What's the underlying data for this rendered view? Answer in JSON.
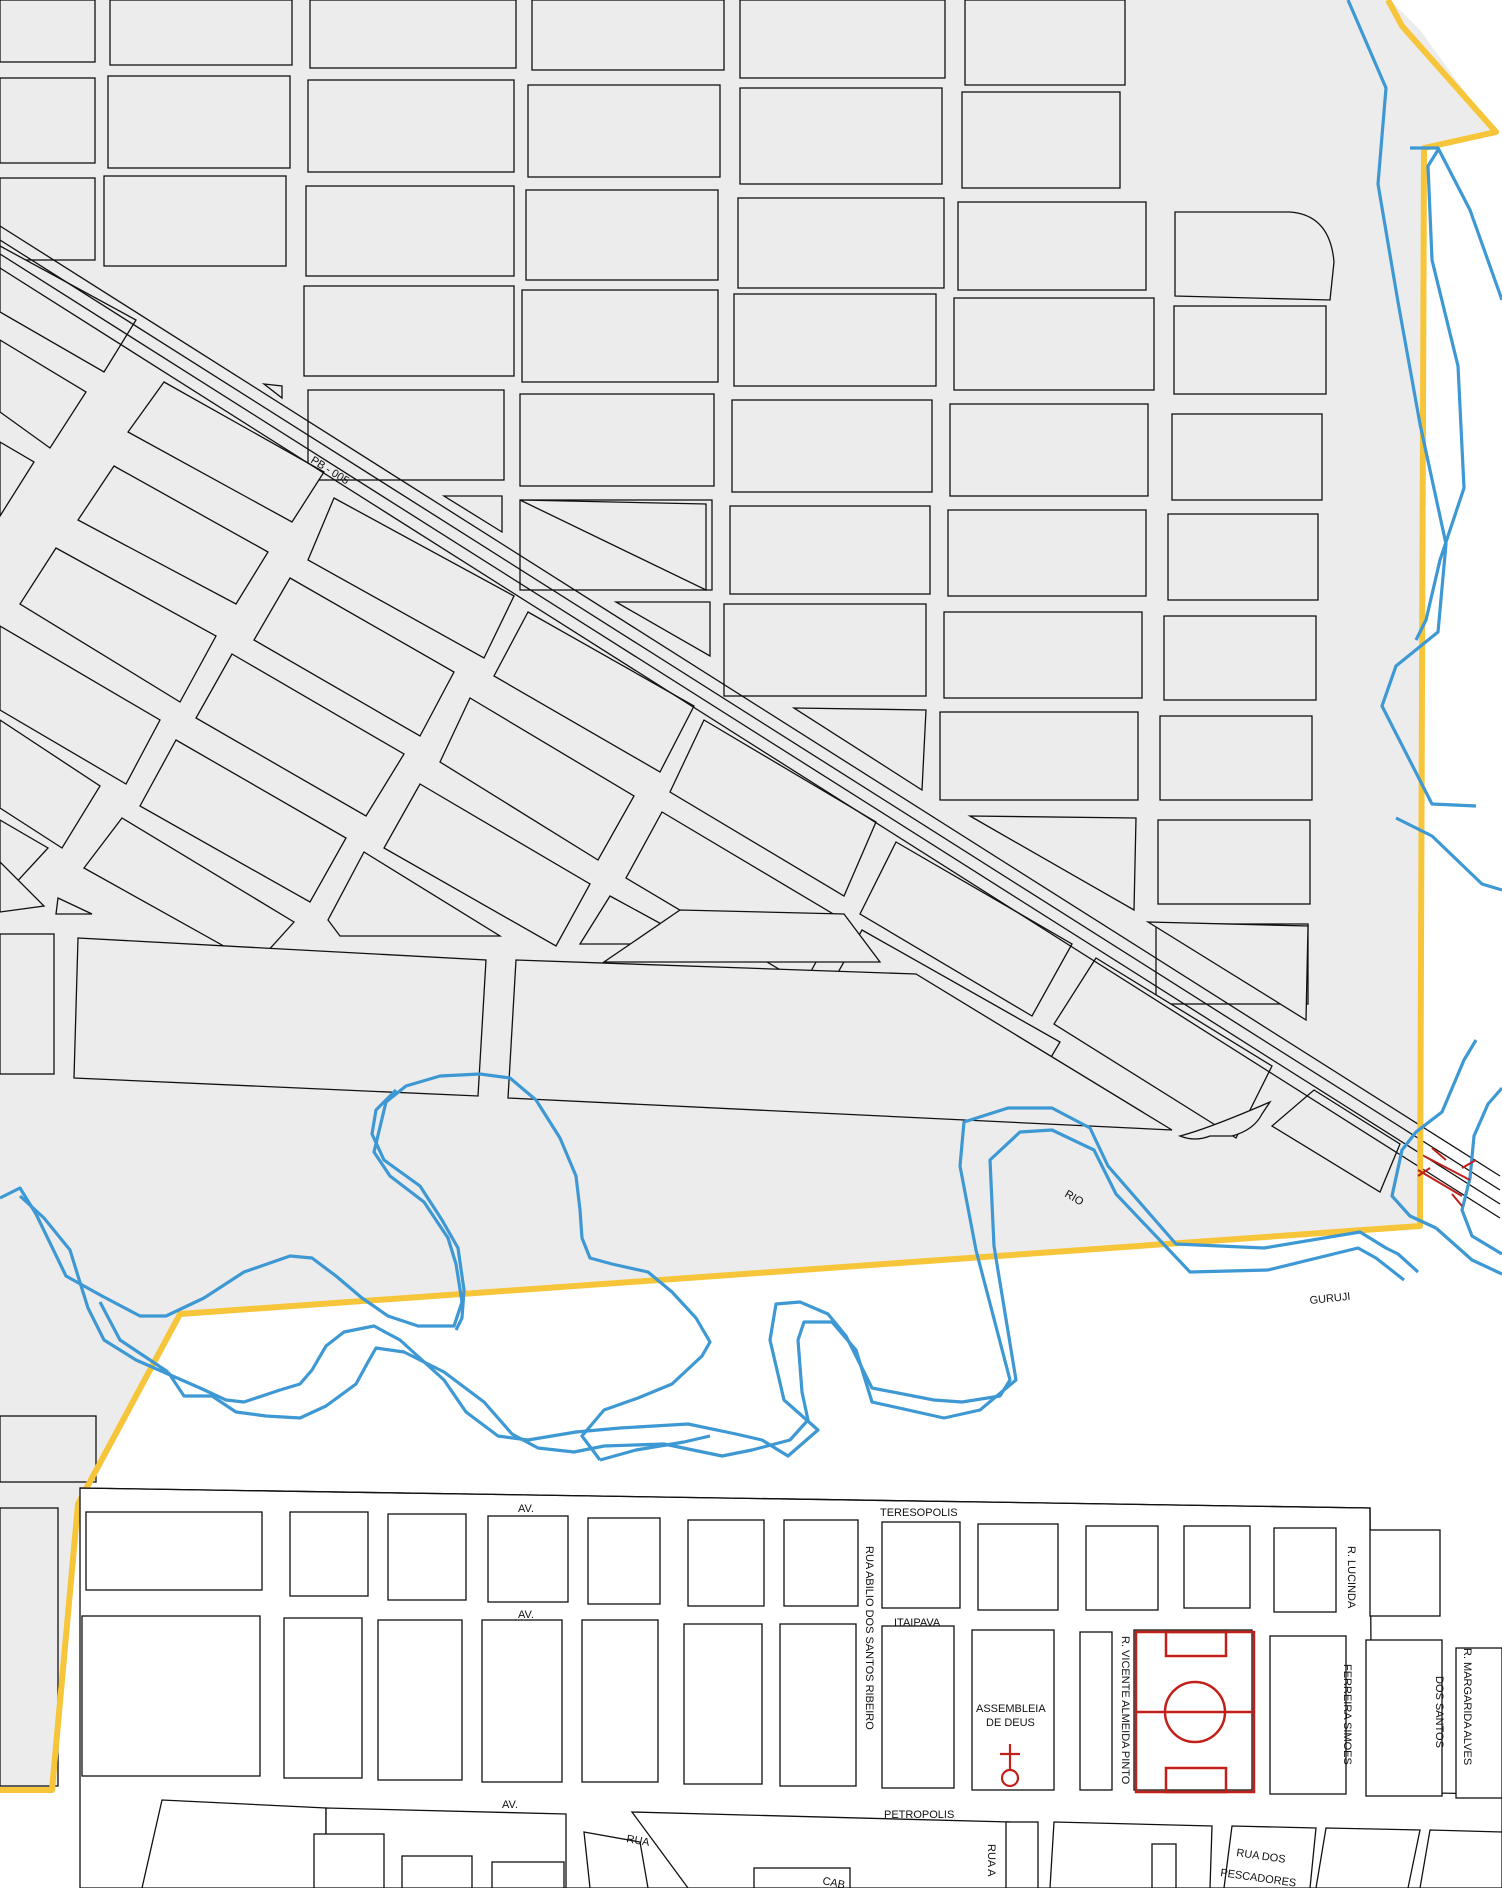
{
  "map": {
    "road_labels": {
      "pb005": "PB - 005",
      "rio": "RIO",
      "guruji": "GURUJI",
      "av_teresopolis_av": "AV.",
      "av_teresopolis_name": "TERESOPOLIS",
      "av_itaipava_av": "AV.",
      "av_itaipava_name": "ITAIPAVA",
      "av_petropolis_av": "AV.",
      "av_petropolis_name": "PETROPOLIS",
      "rua_abilio": "RUA ABILIO DOS SANTOS RIBEIRO",
      "r_lucinda": "R. LUCINDA",
      "r_vicente": "R. VICENTE ALMEIDA PINTO",
      "ferreira": "FERREIRA SIMOES",
      "dos_santos": "DOS SANTOS",
      "r_margarida": "R. MARGARIDA ALVES",
      "rua_dos": "RUA DOS",
      "pescadores": "PESCADORES",
      "rua": "RUA",
      "rua_a": "RUA A",
      "cab": "CAB"
    },
    "landmarks": {
      "church_line1": "ASSEMBLEIA",
      "church_line2": "DE DEUS"
    },
    "colors": {
      "land": "#ececec",
      "river": "#3d98d3",
      "boundary": "#f7c53a",
      "landmark": "#c0201a"
    }
  }
}
